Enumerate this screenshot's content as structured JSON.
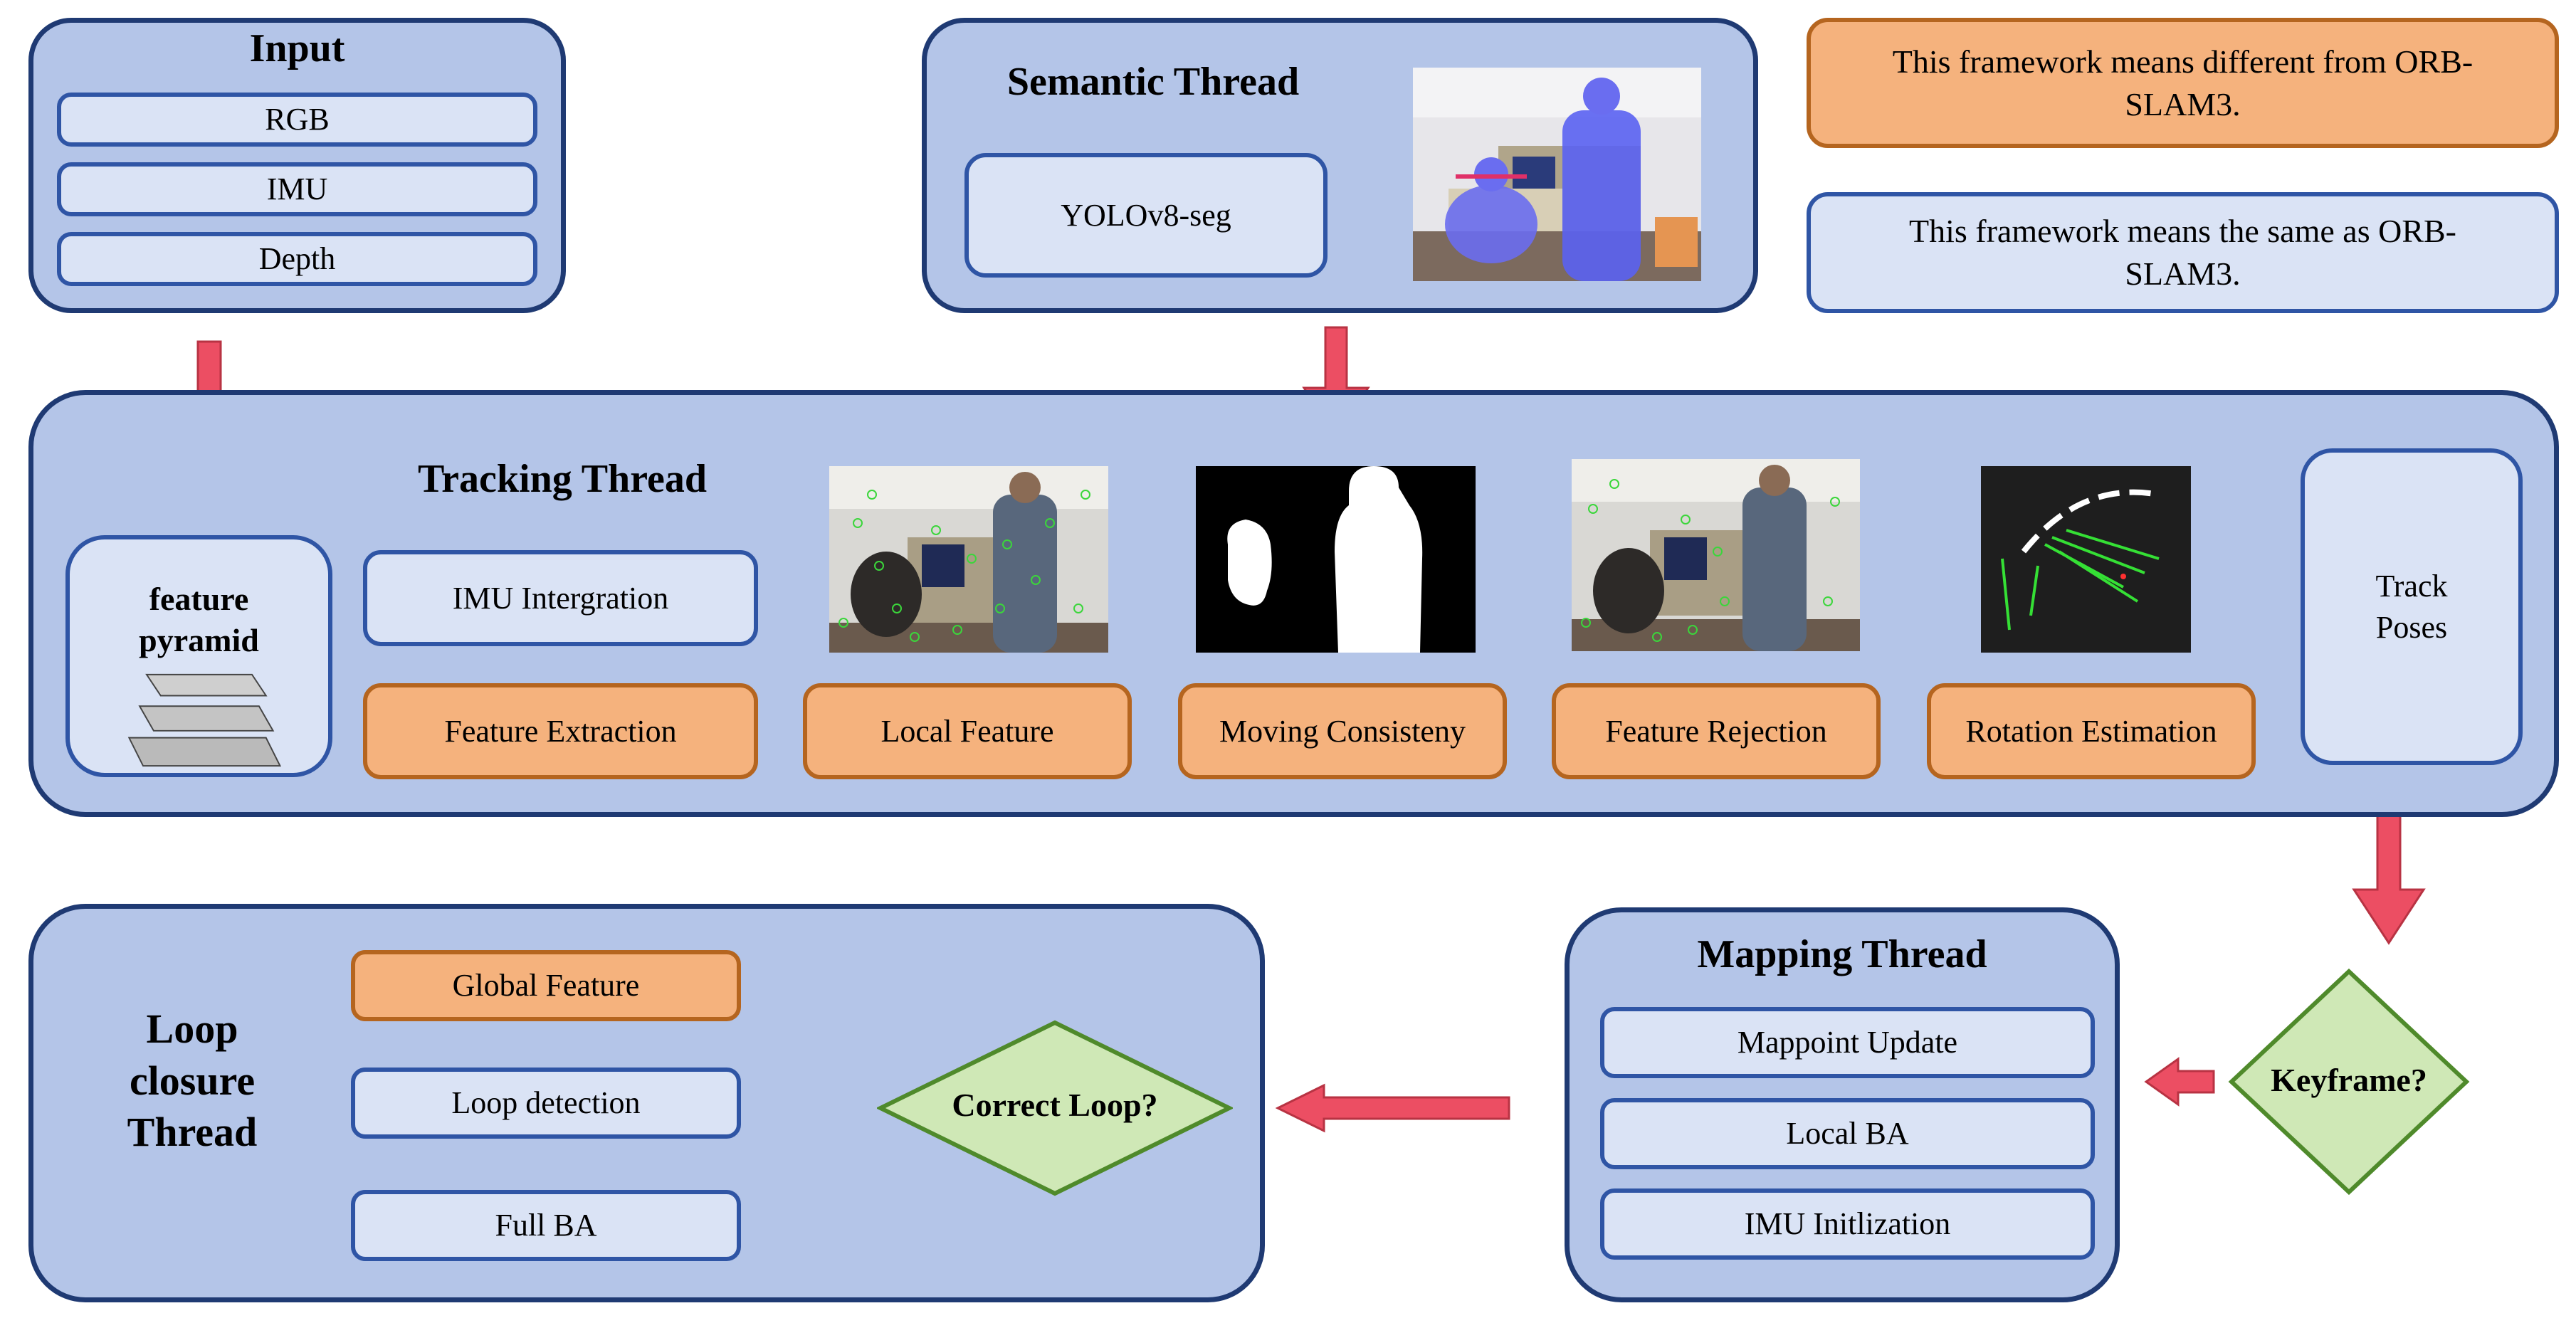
{
  "input": {
    "title": "Input",
    "items": [
      "RGB",
      "IMU",
      "Depth"
    ]
  },
  "semantic": {
    "title": "Semantic Thread",
    "yolo": "YOLOv8-seg"
  },
  "legend": {
    "different": "This framework means different from ORB-SLAM3.",
    "same": "This framework means the same as ORB-SLAM3."
  },
  "tracking": {
    "title": "Tracking Thread",
    "pyramid": "feature pyramid",
    "imu": "IMU Intergration",
    "feature_extraction": "Feature Extraction",
    "local_feature": "Local Feature",
    "moving": "Moving Consisteny",
    "rejection": "Feature Rejection",
    "rotation": "Rotation Estimation",
    "track": "Track Poses"
  },
  "mapping": {
    "title": "Mapping Thread",
    "items": [
      "Mappoint Update",
      "Local BA",
      "IMU Initlization"
    ]
  },
  "keyframe": "Keyframe?",
  "loop": {
    "title": "Loop closure Thread",
    "global": "Global Feature",
    "detection": "Loop detection",
    "correct": "Correct Loop?",
    "fullba": "Full BA"
  },
  "colors": {
    "panel": "#b4c5e8",
    "panel_border": "#1f3a73",
    "blue_box": "#dae3f5",
    "blue_border": "#2f55a5",
    "orange_box": "#f5b27d",
    "orange_border": "#b5651f",
    "arrow": "#ec4e63",
    "diamond": "#cfe8b6",
    "diamond_border": "#4f8a2b"
  }
}
